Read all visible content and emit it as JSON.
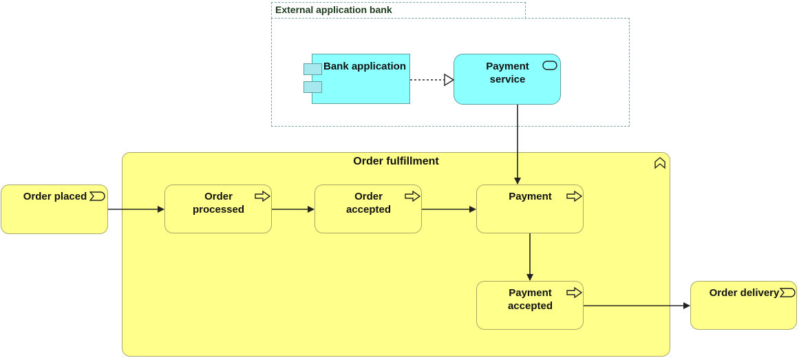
{
  "external_group": {
    "title": "External application bank"
  },
  "bank_application": {
    "label": "Bank application"
  },
  "payment_service": {
    "label": "Payment service"
  },
  "order_fulfillment": {
    "title": "Order fulfillment"
  },
  "order_placed": {
    "label": "Order placed"
  },
  "order_processed": {
    "label": "Order processed"
  },
  "order_accepted": {
    "label": "Order accepted"
  },
  "payment": {
    "label": "Payment"
  },
  "payment_accepted": {
    "label": "Payment accepted"
  },
  "order_delivery": {
    "label": "Order delivery"
  },
  "icons": {
    "event": "event-icon",
    "process": "process-arrow-icon",
    "service": "service-icon",
    "function": "function-icon",
    "component": "component-icon"
  },
  "colors": {
    "business_fill": "#ffff8c",
    "application_fill": "#8cffff",
    "connector": "#222222"
  }
}
